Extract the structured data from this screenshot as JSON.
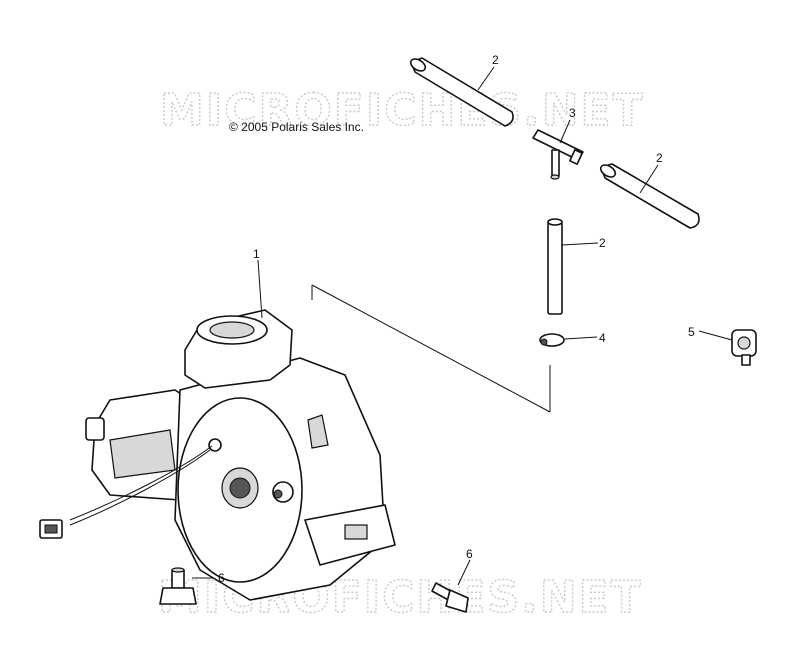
{
  "watermark": "MICROFICHES.NET",
  "copyright": "© 2005 Polaris Sales Inc.",
  "callouts": {
    "c1": "1",
    "c2a": "2",
    "c2b": "2",
    "c2c": "2",
    "c3": "3",
    "c4": "4",
    "c5": "5",
    "c6a": "6",
    "c6b": "6"
  }
}
